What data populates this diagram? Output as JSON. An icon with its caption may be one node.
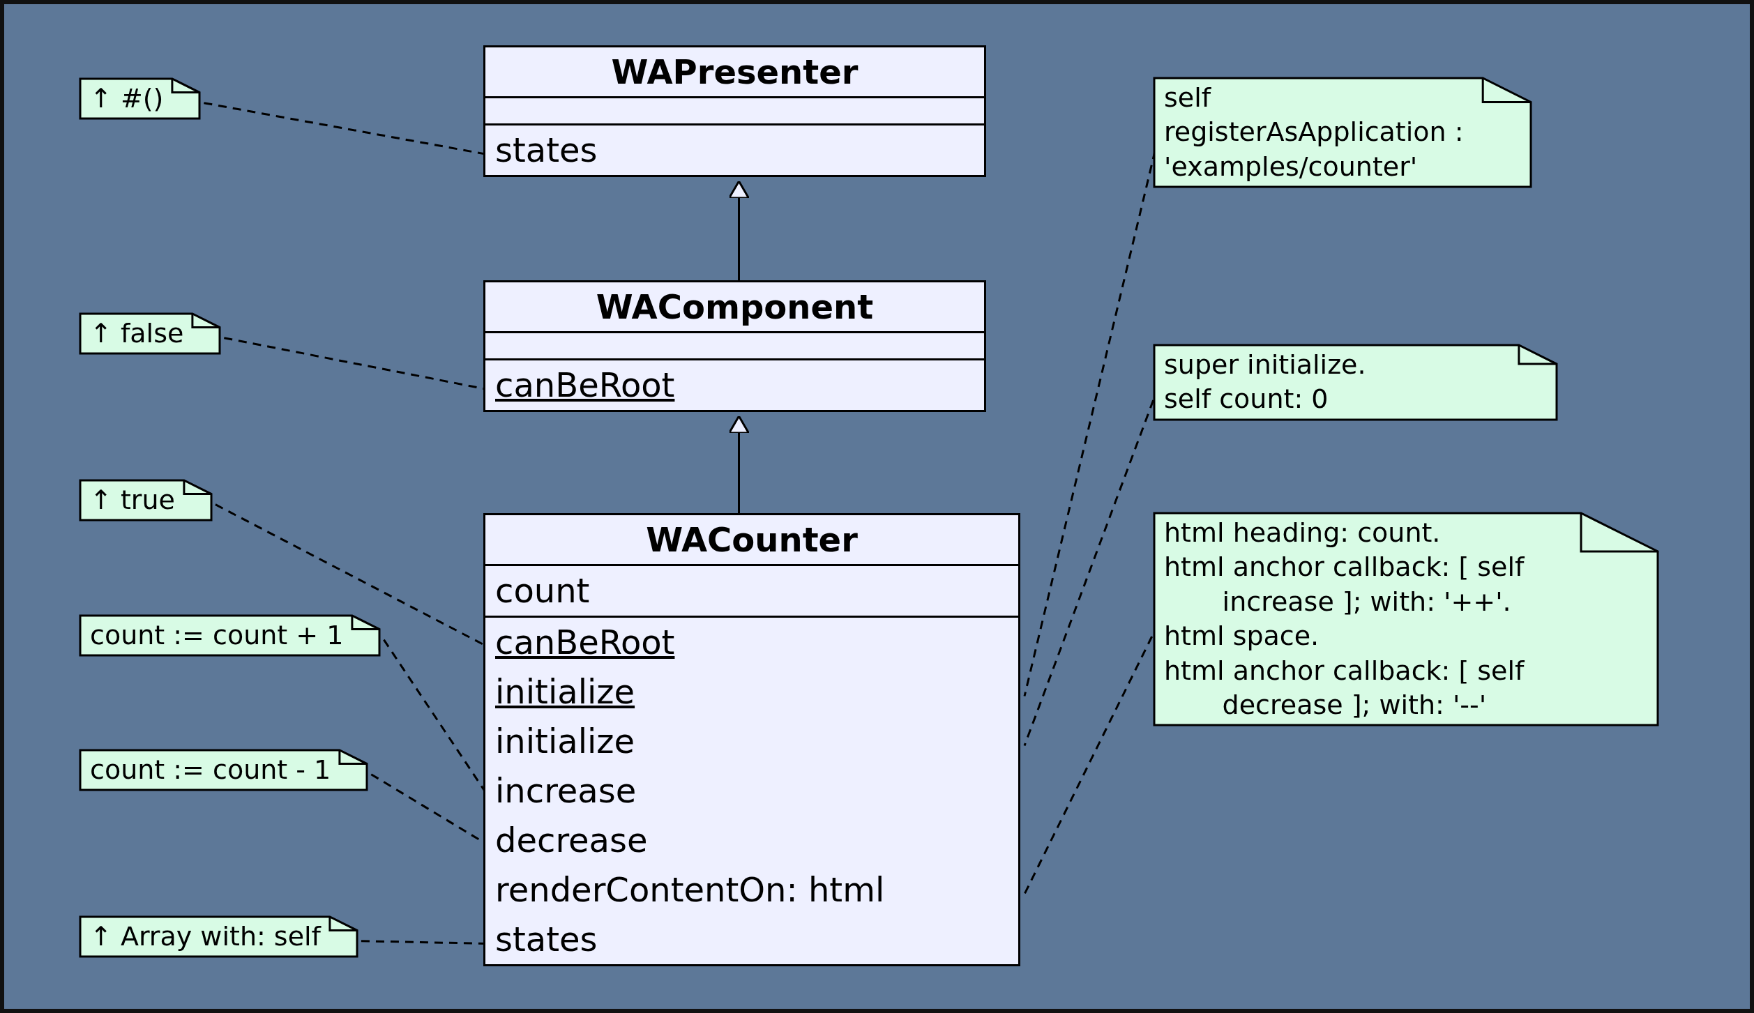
{
  "diagram": {
    "nodes": [
      {
        "text": [
          "WAPresenter",
          "states"
        ]
      },
      {
        "text": [
          "WAComponent",
          "canBeRoot"
        ]
      },
      {
        "text": [
          "WACounter",
          "count",
          "canBeRoot",
          "initialize",
          "initialize",
          "increase",
          "decrease",
          "renderContentOn: html",
          "states"
        ]
      },
      {
        "text": [
          "↑ #()"
        ]
      },
      {
        "text": [
          "↑ false"
        ]
      },
      {
        "text": [
          "↑ true"
        ]
      },
      {
        "text": [
          "count := count + 1"
        ]
      },
      {
        "text": [
          "count := count - 1"
        ]
      },
      {
        "text": [
          "↑ Array with: self"
        ]
      },
      {
        "text": [
          "self registerAsApplication : 'examples/counter'"
        ]
      },
      {
        "text": [
          "super initialize.",
          "self count: 0"
        ]
      },
      {
        "text": [
          "html heading: count.",
          "html anchor callback: [ self increase ]; with: '++'.",
          "html space.",
          "html anchor callback: [ self decrease ]; with: '--'"
        ]
      }
    ],
    "edges": [
      {
        "from": 2,
        "to": 1,
        "arrow": "to"
      },
      {
        "from": 1,
        "to": 0,
        "arrow": "to"
      },
      {
        "from": 3,
        "to": 0,
        "arrow": "none",
        "style": "dashed"
      },
      {
        "from": 4,
        "to": 1,
        "arrow": "none",
        "style": "dashed"
      },
      {
        "from": 5,
        "to": 2,
        "arrow": "none",
        "style": "dashed"
      },
      {
        "from": 6,
        "to": 2,
        "arrow": "none",
        "style": "dashed"
      },
      {
        "from": 7,
        "to": 2,
        "arrow": "none",
        "style": "dashed"
      },
      {
        "from": 8,
        "to": 2,
        "arrow": "none",
        "style": "dashed"
      },
      {
        "from": 9,
        "to": 2,
        "arrow": "none",
        "style": "dashed"
      },
      {
        "from": 10,
        "to": 2,
        "arrow": "none",
        "style": "dashed"
      },
      {
        "from": 11,
        "to": 2,
        "arrow": "none",
        "style": "dashed"
      }
    ]
  }
}
